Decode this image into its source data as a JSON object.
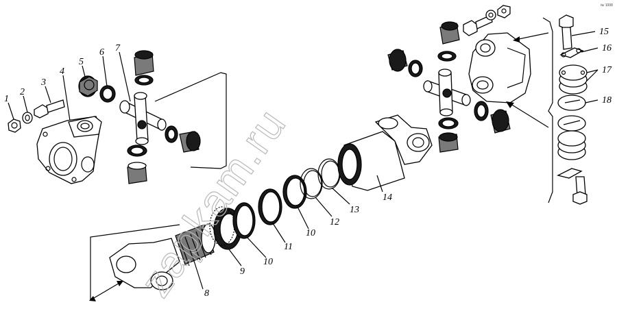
{
  "figure": {
    "watermark": "zapkam.ru",
    "corner_mark": "№ 1008"
  },
  "callouts": [
    {
      "id": "1",
      "label": "1"
    },
    {
      "id": "2",
      "label": "2"
    },
    {
      "id": "3",
      "label": "3"
    },
    {
      "id": "4",
      "label": "4"
    },
    {
      "id": "5",
      "label": "5"
    },
    {
      "id": "6",
      "label": "6"
    },
    {
      "id": "7",
      "label": "7"
    },
    {
      "id": "8",
      "label": "8"
    },
    {
      "id": "9",
      "label": "9"
    },
    {
      "id": "10a",
      "label": "10"
    },
    {
      "id": "11",
      "label": "11"
    },
    {
      "id": "10b",
      "label": "10"
    },
    {
      "id": "12",
      "label": "12"
    },
    {
      "id": "13",
      "label": "13"
    },
    {
      "id": "14",
      "label": "14"
    },
    {
      "id": "15",
      "label": "15"
    },
    {
      "id": "16",
      "label": "16"
    },
    {
      "id": "17",
      "label": "17"
    },
    {
      "id": "18",
      "label": "18"
    }
  ]
}
